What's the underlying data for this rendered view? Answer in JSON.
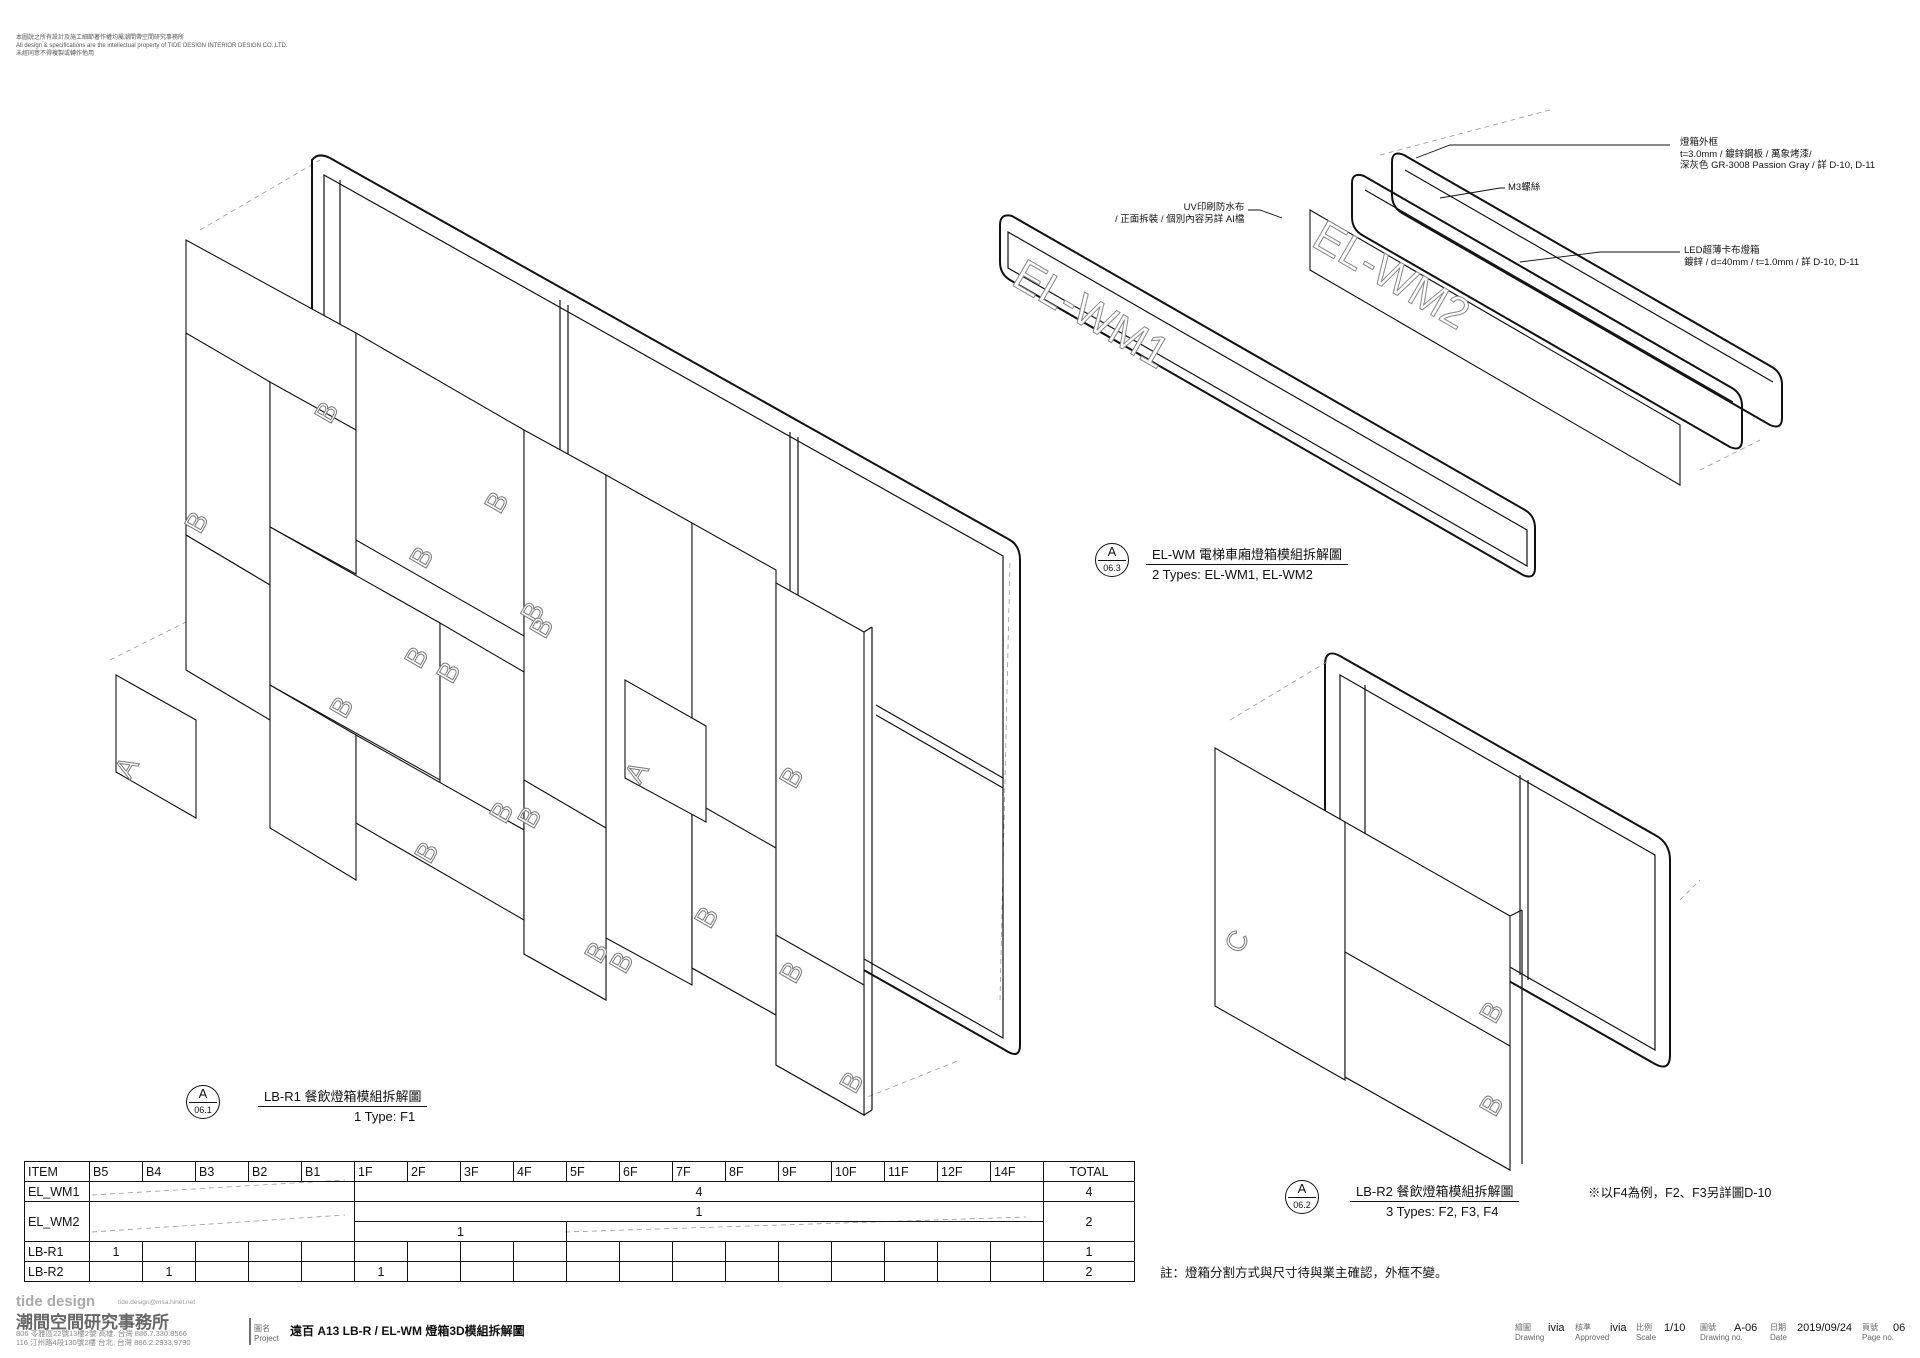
{
  "header": {
    "line1": "本圖說之所有設計及施工細節著作權均屬潮間帶空間研究事務所",
    "line2": "All design & specifications are the intellectual property of TIDE DESIGN INTERIOR DESIGN CO.,LTD.",
    "line3": "未經同意不得複製或轉作他用"
  },
  "views": {
    "lbr1": {
      "bubble_letter": "A",
      "bubble_sheet": "06.1",
      "title": "LB-R1 餐飲燈箱模組拆解圖",
      "subtitle": "1 Type: F1",
      "panel_labels": [
        "B",
        "B",
        "B",
        "B",
        "B",
        "B",
        "B",
        "B",
        "B",
        "B",
        "B",
        "B",
        "B",
        "B",
        "B",
        "B",
        "B",
        "B",
        "A",
        "A"
      ]
    },
    "elwm": {
      "bubble_letter": "A",
      "bubble_sheet": "06.3",
      "title": "EL-WM 電梯車廂燈箱模組拆解圖",
      "subtitle": "2 Types: EL-WM1, EL-WM2",
      "label_wm1": "EL-WM1",
      "label_wm2": "EL-WM2",
      "callouts": {
        "frame_title": "燈箱外框",
        "frame_line1": "t=3.0mm / 鍍鋅鋼板 / 萬象烤漆/",
        "frame_line2": "深灰色 GR-3008 Passion Gray / 詳 D-10, D-11",
        "screw": "M3螺絲",
        "fabric_title": "UV印刷防水布",
        "fabric_line1": "/ 正面拆裝 / 個別內容另詳 AI檔",
        "led_title": "LED超薄卡布燈箱",
        "led_line1": "鍍鋅 / d=40mm / t=1.0mm / 詳 D-10, D-11"
      }
    },
    "lbr2": {
      "bubble_letter": "A",
      "bubble_sheet": "06.2",
      "title": "LB-R2 餐飲燈箱模組拆解圖",
      "subtitle": "3 Types: F2, F3, F4",
      "note": "※以F4為例，F2、F3另詳圖D-10",
      "panel_labels": [
        "C",
        "B",
        "B"
      ]
    }
  },
  "schedule": {
    "headers": [
      "ITEM",
      "B5",
      "B4",
      "B3",
      "B2",
      "B1",
      "1F",
      "2F",
      "3F",
      "4F",
      "5F",
      "6F",
      "7F",
      "8F",
      "9F",
      "10F",
      "11F",
      "12F",
      "14F",
      "TOTAL"
    ],
    "rows": [
      {
        "item": "EL_WM1",
        "span_value": "4",
        "total": "4"
      },
      {
        "item": "EL_WM2",
        "span_value_top": "1",
        "span_value_bottom": "1",
        "total": "2"
      },
      {
        "item": "LB-R1",
        "b5": "1",
        "total": "1"
      },
      {
        "item": "LB-R2",
        "b3": "1",
        "f1": "1",
        "total": "2"
      }
    ]
  },
  "note_bottom": "註：燈箱分割方式與尺寸待與業主確認，外框不變。",
  "title_block": {
    "firm_logo": "tide design",
    "firm_email": "tide.design@msa.hinet.net",
    "firm_name": "潮間空間研究事務所",
    "firm_addr1": "806  苓雅區22號13樓2號 高雄. 台灣 886.7.330.8566",
    "firm_addr2": "116  汀州路4段130號2樓 台北. 台灣 886.2.2933.9790",
    "project_label": "圖名",
    "project_label_en": "Project",
    "drawing_title": "遠百 A13  LB-R / EL-WM  燈箱3D模組拆解圖",
    "drawn_label": "繪圖",
    "drawn_label_en": "Drawing",
    "drawn_by": "ivia",
    "check_label": "核準",
    "check_label_en": "Approved",
    "checked_by": "ivia",
    "scale_label": "比例",
    "scale_label_en": "Scale",
    "scale": "1/10",
    "sheet_label": "圖號",
    "sheet_label_en": "Drawing no.",
    "sheet_no": "A-06",
    "date_label": "日期",
    "date_label_en": "Date",
    "date": "2019/09/24",
    "page_label": "頁號",
    "page_label_en": "Page no.",
    "page_no": "06"
  }
}
